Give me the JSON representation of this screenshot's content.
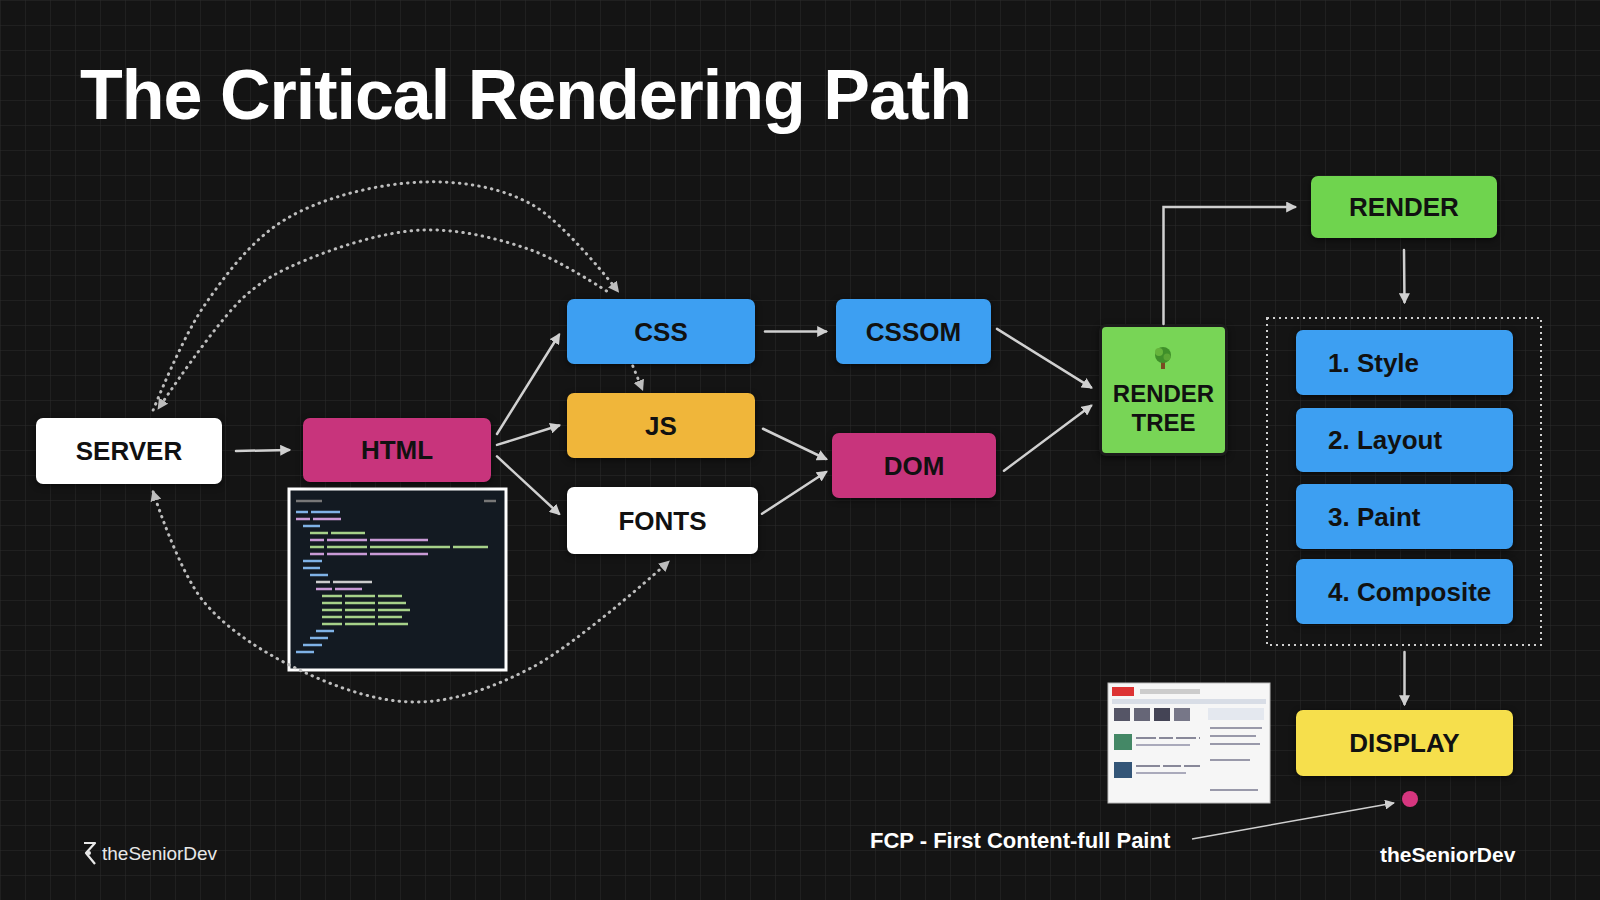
{
  "diagram": {
    "title": "The Critical Rendering Path",
    "nodes": [
      {
        "text": [
          "SERVER"
        ]
      },
      {
        "text": [
          "HTML"
        ]
      },
      {
        "text": [
          "CSS"
        ]
      },
      {
        "text": [
          "JS"
        ]
      },
      {
        "text": [
          "FONTS"
        ]
      },
      {
        "text": [
          "CSSOM"
        ]
      },
      {
        "text": [
          "DOM"
        ]
      },
      {
        "text": [
          "RENDER TREE"
        ]
      },
      {
        "text": [
          "RENDER"
        ]
      },
      {
        "text": [
          "1. Style"
        ]
      },
      {
        "text": [
          "2. Layout"
        ]
      },
      {
        "text": [
          "3. Paint"
        ]
      },
      {
        "text": [
          "4. Composite"
        ]
      },
      {
        "text": [
          "DISPLAY"
        ]
      }
    ],
    "edges": [
      {
        "from": 0,
        "to": 1,
        "arrow": "to"
      },
      {
        "from": 1,
        "to": 2,
        "arrow": "to"
      },
      {
        "from": 1,
        "to": 3,
        "arrow": "to"
      },
      {
        "from": 1,
        "to": 4,
        "arrow": "to"
      },
      {
        "from": 2,
        "to": 5,
        "arrow": "to"
      },
      {
        "from": 3,
        "to": 6,
        "arrow": "to"
      },
      {
        "from": 4,
        "to": 6,
        "arrow": "to"
      },
      {
        "from": 5,
        "to": 7,
        "arrow": "to"
      },
      {
        "from": 6,
        "to": 7,
        "arrow": "to"
      },
      {
        "from": 7,
        "to": 8,
        "arrow": "to"
      },
      {
        "from": 8,
        "to": 9,
        "arrow": "to"
      },
      {
        "from": 12,
        "to": 13,
        "arrow": "to"
      },
      {
        "from": 0,
        "to": 2,
        "arrow": "to"
      },
      {
        "from": 2,
        "to": 0,
        "arrow": "to"
      },
      {
        "from": 2,
        "to": 3,
        "arrow": "to"
      },
      {
        "from": 0,
        "to": 4,
        "arrow": "both"
      }
    ],
    "labels": [
      "FCP - First Content-full Paint",
      "theSeniorDev",
      "theSeniorDev"
    ]
  }
}
